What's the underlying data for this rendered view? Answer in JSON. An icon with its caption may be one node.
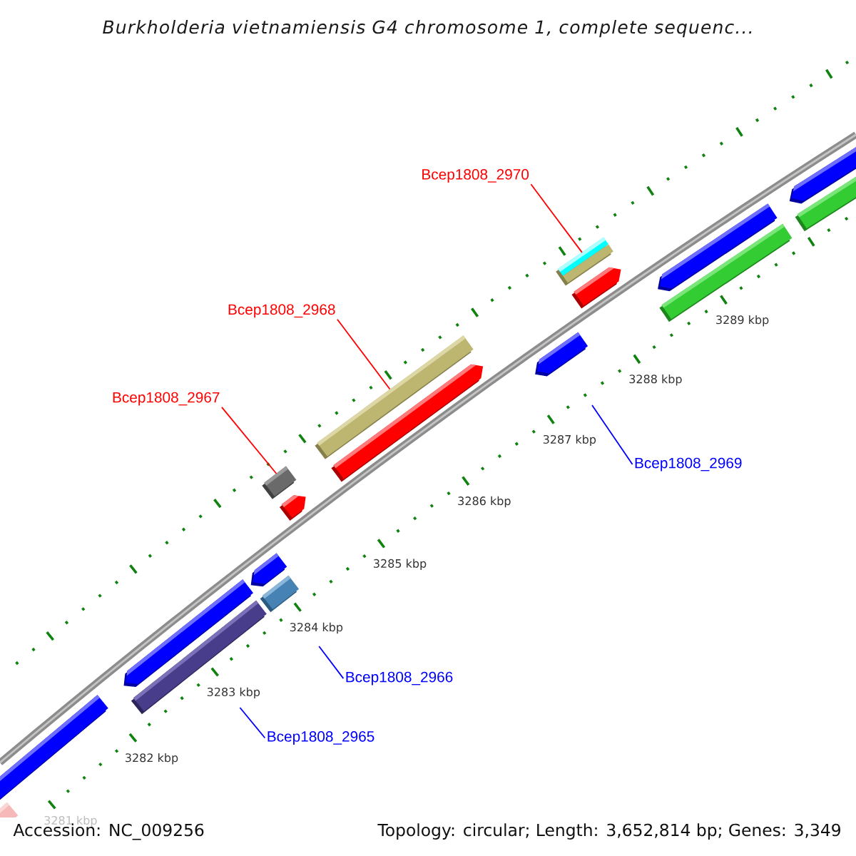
{
  "diagram": {
    "title": "Burkholderia vietnamiensis G4 chromosome 1, complete sequenc...",
    "nodes": [
      {
        "text": [
          "Bcep1808_2970"
        ]
      },
      {
        "text": [
          "Bcep1808_2968"
        ]
      },
      {
        "text": [
          "Bcep1808_2967"
        ]
      },
      {
        "text": [
          "Bcep1808_2969"
        ]
      },
      {
        "text": [
          "Bcep1808_2966"
        ]
      },
      {
        "text": [
          "Bcep1808_2965"
        ]
      },
      {
        "text": [],
        "shape": "bar"
      },
      {
        "text": [],
        "shape": "bar"
      },
      {
        "text": [],
        "shape": "bar"
      }
    ],
    "edges": [
      {
        "from": 0,
        "to": 8,
        "arrow": "none",
        "color": "#ff0000"
      },
      {
        "from": 1,
        "to": 7,
        "arrow": "none",
        "color": "#ff0000"
      },
      {
        "from": 2,
        "to": 6,
        "arrow": "none",
        "color": "#ff0000"
      },
      {
        "from": 3,
        "to": null,
        "arrow": "none",
        "color": "#0000ff"
      },
      {
        "from": 4,
        "to": null,
        "arrow": "none",
        "color": "#0000ff"
      },
      {
        "from": 5,
        "to": null,
        "arrow": "none",
        "color": "#0000ff"
      }
    ],
    "labels": [
      "3289 kbp",
      "3288 kbp",
      "3287 kbp",
      "3286 kbp",
      "3285 kbp",
      "3284 kbp",
      "3283 kbp",
      "3282 kbp",
      "3281 kbp",
      "Accession: NC_009256",
      "Topology: circular; Length: 3,652,814 bp; Genes: 3,349"
    ]
  }
}
